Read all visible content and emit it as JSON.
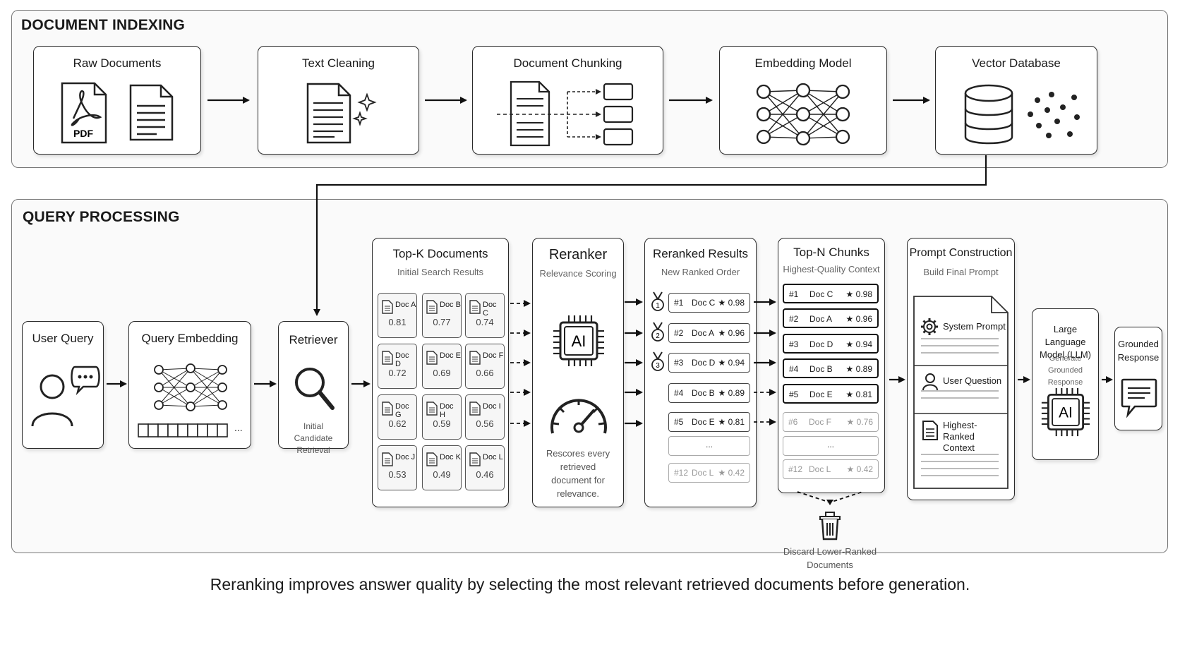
{
  "indexing": {
    "title": "DOCUMENT INDEXING",
    "raw_documents": {
      "title": "Raw Documents",
      "pdf_label": "PDF"
    },
    "text_cleaning": {
      "title": "Text Cleaning"
    },
    "document_chunking": {
      "title": "Document Chunking"
    },
    "embedding_model": {
      "title": "Embedding Model"
    },
    "vector_database": {
      "title": "Vector Database"
    }
  },
  "query": {
    "title": "QUERY PROCESSING",
    "user_query": {
      "title": "User Query"
    },
    "query_embedding": {
      "title": "Query Embedding",
      "ellipsis": "..."
    },
    "retriever": {
      "title": "Retriever",
      "note": "Initial Candidate Retrieval"
    },
    "top_k": {
      "title": "Top-K Documents",
      "subtitle": "Initial Search Results",
      "docs": [
        {
          "name": "Doc A",
          "score": "0.81"
        },
        {
          "name": "Doc B",
          "score": "0.77"
        },
        {
          "name": "Doc C",
          "score": "0.74"
        },
        {
          "name": "Doc D",
          "score": "0.72"
        },
        {
          "name": "Doc E",
          "score": "0.69"
        },
        {
          "name": "Doc F",
          "score": "0.66"
        },
        {
          "name": "Doc G",
          "score": "0.62"
        },
        {
          "name": "Doc H",
          "score": "0.59"
        },
        {
          "name": "Doc I",
          "score": "0.56"
        },
        {
          "name": "Doc J",
          "score": "0.53"
        },
        {
          "name": "Doc K",
          "score": "0.49"
        },
        {
          "name": "Doc L",
          "score": "0.46"
        }
      ]
    },
    "reranker": {
      "title": "Reranker",
      "subtitle": "Relevance Scoring",
      "chip_label": "AI",
      "note": "Rescores every retrieved document for relevance."
    },
    "reranked": {
      "title": "Reranked Results",
      "subtitle": "New Ranked Order",
      "rows": [
        {
          "rank": "#1",
          "name": "Doc C",
          "score": "★ 0.98",
          "medal": "1"
        },
        {
          "rank": "#2",
          "name": "Doc A",
          "score": "★ 0.96",
          "medal": "2"
        },
        {
          "rank": "#3",
          "name": "Doc D",
          "score": "★ 0.94",
          "medal": "3"
        },
        {
          "rank": "#4",
          "name": "Doc B",
          "score": "★ 0.89"
        },
        {
          "rank": "#5",
          "name": "Doc E",
          "score": "★ 0.81"
        }
      ],
      "ellipsis": "...",
      "last": {
        "rank": "#12",
        "name": "Doc L",
        "score": "★ 0.42"
      }
    },
    "top_n": {
      "title": "Top-N Chunks",
      "subtitle": "Highest-Quality Context",
      "rows": [
        {
          "rank": "#1",
          "name": "Doc C",
          "score": "★ 0.98"
        },
        {
          "rank": "#2",
          "name": "Doc A",
          "score": "★ 0.96"
        },
        {
          "rank": "#3",
          "name": "Doc D",
          "score": "★ 0.94"
        },
        {
          "rank": "#4",
          "name": "Doc B",
          "score": "★ 0.89"
        },
        {
          "rank": "#5",
          "name": "Doc E",
          "score": "★ 0.81"
        }
      ],
      "faded": [
        {
          "rank": "#6",
          "name": "Doc F",
          "score": "★ 0.76"
        }
      ],
      "ellipsis": "...",
      "last": {
        "rank": "#12",
        "name": "Doc L",
        "score": "★ 0.42"
      },
      "discard": "Discard Lower-Ranked Documents"
    },
    "prompt": {
      "title": "Prompt Construction",
      "subtitle": "Build Final Prompt",
      "system_prompt": "System Prompt",
      "user_question": "User Question",
      "context": "Highest-Ranked Context"
    },
    "llm": {
      "title": "Large Language Model (LLM)",
      "subtitle": "Generate Grounded Response",
      "chip_label": "AI"
    },
    "response": {
      "title": "Grounded Response"
    }
  },
  "caption": "Reranking improves answer quality by selecting the most relevant retrieved documents before generation."
}
